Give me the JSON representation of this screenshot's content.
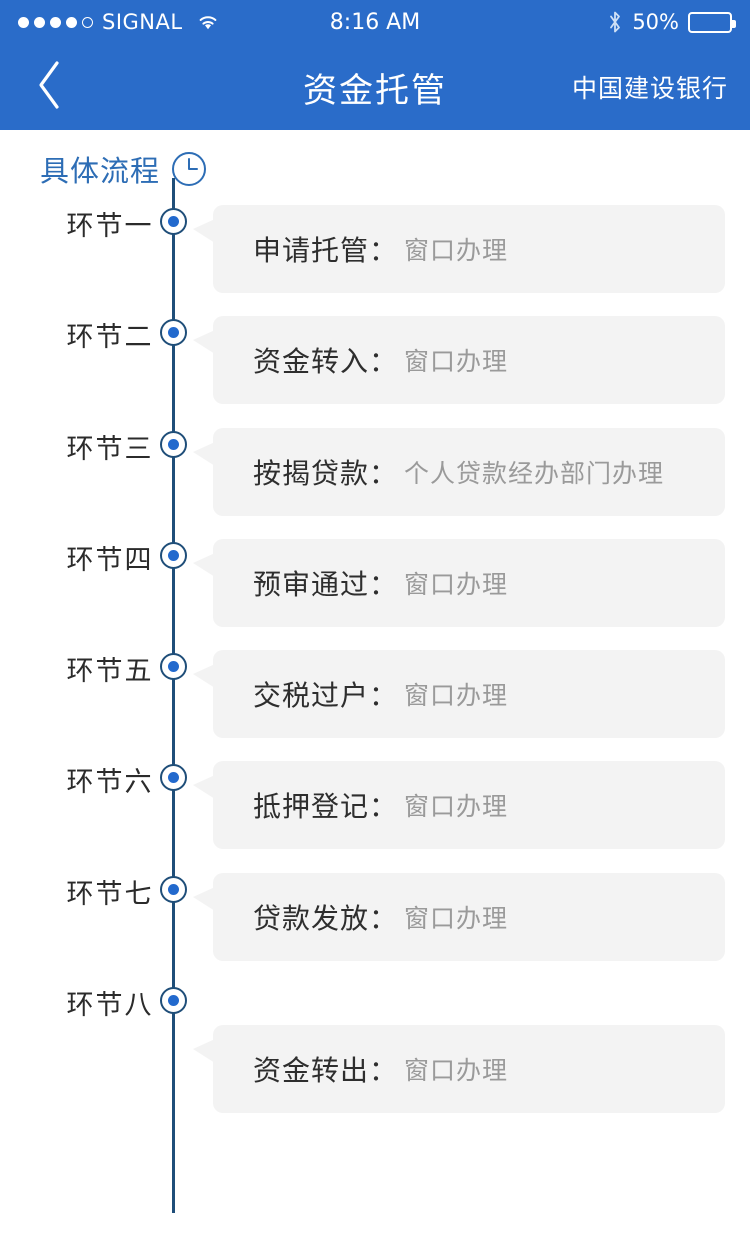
{
  "status_bar": {
    "signal_dots_filled": 4,
    "signal_dots_total": 5,
    "carrier": "SIGNAL",
    "wifi_icon": "wifi-icon",
    "time": "8:16 AM",
    "bluetooth_icon": "bluetooth-icon",
    "battery_percent_label": "50%",
    "battery_level": 50
  },
  "nav": {
    "back_icon": "chevron-left-icon",
    "title": "资金托管",
    "bank": "中国建设银行"
  },
  "section": {
    "title": "具体流程",
    "icon": "clock-icon"
  },
  "colors": {
    "header_blue": "#2a6cc9",
    "accent_blue": "#2269cd",
    "timeline_navy": "#1f4e79",
    "section_title_blue": "#2d6db5",
    "bubble_gray": "#f3f3f3",
    "label_dark": "#2e2e2e",
    "value_gray": "#9a9a9a"
  },
  "steps": [
    {
      "step_label": "环节一",
      "label": "申请托管：",
      "value": "窗口办理"
    },
    {
      "step_label": "环节二",
      "label": "资金转入：",
      "value": "窗口办理"
    },
    {
      "step_label": "环节三",
      "label": "按揭贷款：",
      "value": "个人贷款经办部门办理"
    },
    {
      "step_label": "环节四",
      "label": "预审通过：",
      "value": "窗口办理"
    },
    {
      "step_label": "环节五",
      "label": "交税过户：",
      "value": "窗口办理"
    },
    {
      "step_label": "环节六",
      "label": "抵押登记：",
      "value": "窗口办理"
    },
    {
      "step_label": "环节七",
      "label": "贷款发放：",
      "value": "窗口办理"
    },
    {
      "step_label": "环节八",
      "label": "资金转出：",
      "value": "窗口办理"
    }
  ]
}
